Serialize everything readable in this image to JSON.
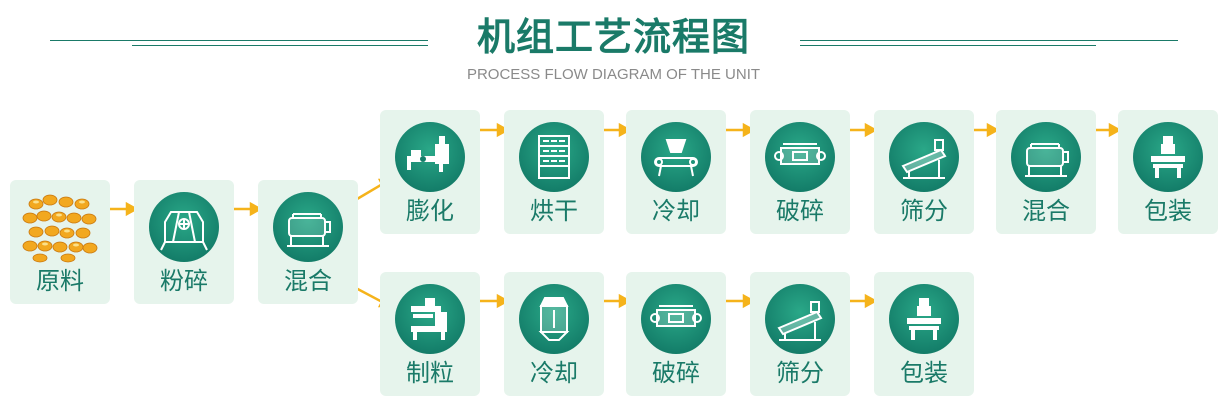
{
  "title": "机组工艺流程图",
  "subtitle": "PROCESS FLOW DIAGRAM OF THE UNIT",
  "colors": {
    "accent": "#1a7a68",
    "card_bg": "#e6f4ec",
    "arrow": "#f5b31b",
    "circle": "#15806b"
  },
  "steps": {
    "raw_material": "原料",
    "crushing": "粉碎",
    "mixing": "混合",
    "top": {
      "puffing": "膨化",
      "drying": "烘干",
      "cooling": "冷却",
      "breaking": "破碎",
      "screening": "筛分",
      "mixing": "混合",
      "packing": "包装"
    },
    "bottom": {
      "pelleting": "制粒",
      "cooling": "冷却",
      "breaking": "破碎",
      "screening": "筛分",
      "packing": "包装"
    }
  }
}
